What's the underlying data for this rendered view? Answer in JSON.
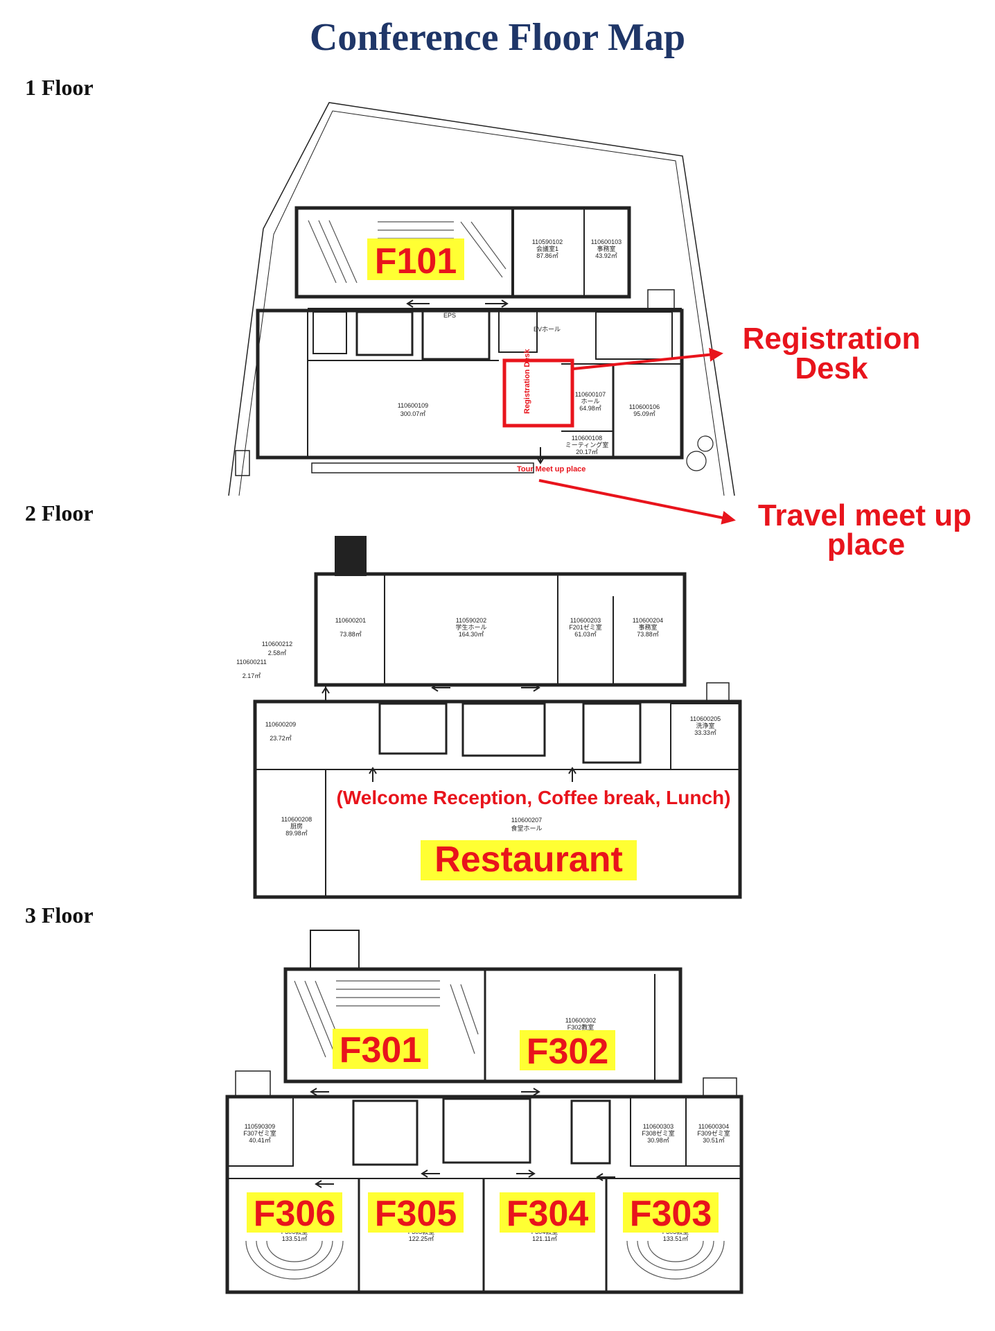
{
  "title": "Conference Floor Map",
  "colors": {
    "title": "#1f3668",
    "highlight": "#ffff33",
    "label_red": "#e8141c"
  },
  "floors": [
    {
      "label": "1 Floor",
      "rooms": [
        {
          "label": "F101"
        },
        {
          "code": "110590102",
          "name": "会議室1",
          "area": "87.86㎡"
        },
        {
          "code": "110600103",
          "name": "事務室",
          "area": "43.92㎡"
        },
        {
          "code": "110600109",
          "area": "300.07㎡"
        },
        {
          "code": "110600107",
          "name": "ホール",
          "area": "64.98㎡"
        },
        {
          "code": "110600106",
          "area": "95.09㎡"
        },
        {
          "code": "110600108",
          "name": "ミーティング室",
          "area": "20.17㎡"
        }
      ],
      "small_labels": [
        "EPS",
        "EVホール"
      ],
      "marker_text": "Registration Desk",
      "tour_text": "Tour Meet up place",
      "callouts": [
        {
          "line1": "Registration",
          "line2": "Desk"
        },
        {
          "line1": "Travel meet up",
          "line2": "place"
        }
      ]
    },
    {
      "label": "2 Floor",
      "rooms": [
        {
          "code": "110600201",
          "area": "73.88㎡"
        },
        {
          "code": "110590202",
          "name": "学生ホール",
          "area": "164.30㎡"
        },
        {
          "code": "110600203",
          "name": "F201ゼミ室",
          "area": "61.03㎡"
        },
        {
          "code": "110600204",
          "name": "事務室",
          "area": "73.88㎡"
        },
        {
          "code": "110600212",
          "area": "2.58㎡"
        },
        {
          "code": "110600211",
          "area": "2.17㎡"
        },
        {
          "code": "110600209",
          "area": "23.72㎡"
        },
        {
          "code": "110600205",
          "name": "洗浄室",
          "area": "33.33㎡"
        },
        {
          "code": "110600208",
          "name": "厨房",
          "area": "89.98㎡"
        },
        {
          "code": "110600207",
          "name": "食堂ホール"
        }
      ],
      "event_note": "(Welcome Reception, Coffee break, Lunch)",
      "highlight": "Restaurant"
    },
    {
      "label": "3 Floor",
      "rooms": [
        {
          "label": "F301"
        },
        {
          "label": "F302",
          "code": "110600302",
          "name": "F302教室"
        },
        {
          "code": "110590309",
          "name": "F307ゼミ室",
          "area": "40.41㎡"
        },
        {
          "code": "110600303",
          "name": "F308ゼミ室",
          "area": "30.98㎡"
        },
        {
          "code": "110600304",
          "name": "F309ゼミ室",
          "area": "30.51㎡"
        },
        {
          "label": "F306",
          "name": "F306教室",
          "area": "133.51㎡"
        },
        {
          "label": "F305",
          "name": "F305教室",
          "area": "122.25㎡"
        },
        {
          "label": "F304",
          "name": "F304教室",
          "area": "121.11㎡"
        },
        {
          "label": "F303",
          "name": "F303教室",
          "area": "133.51㎡"
        }
      ]
    }
  ]
}
